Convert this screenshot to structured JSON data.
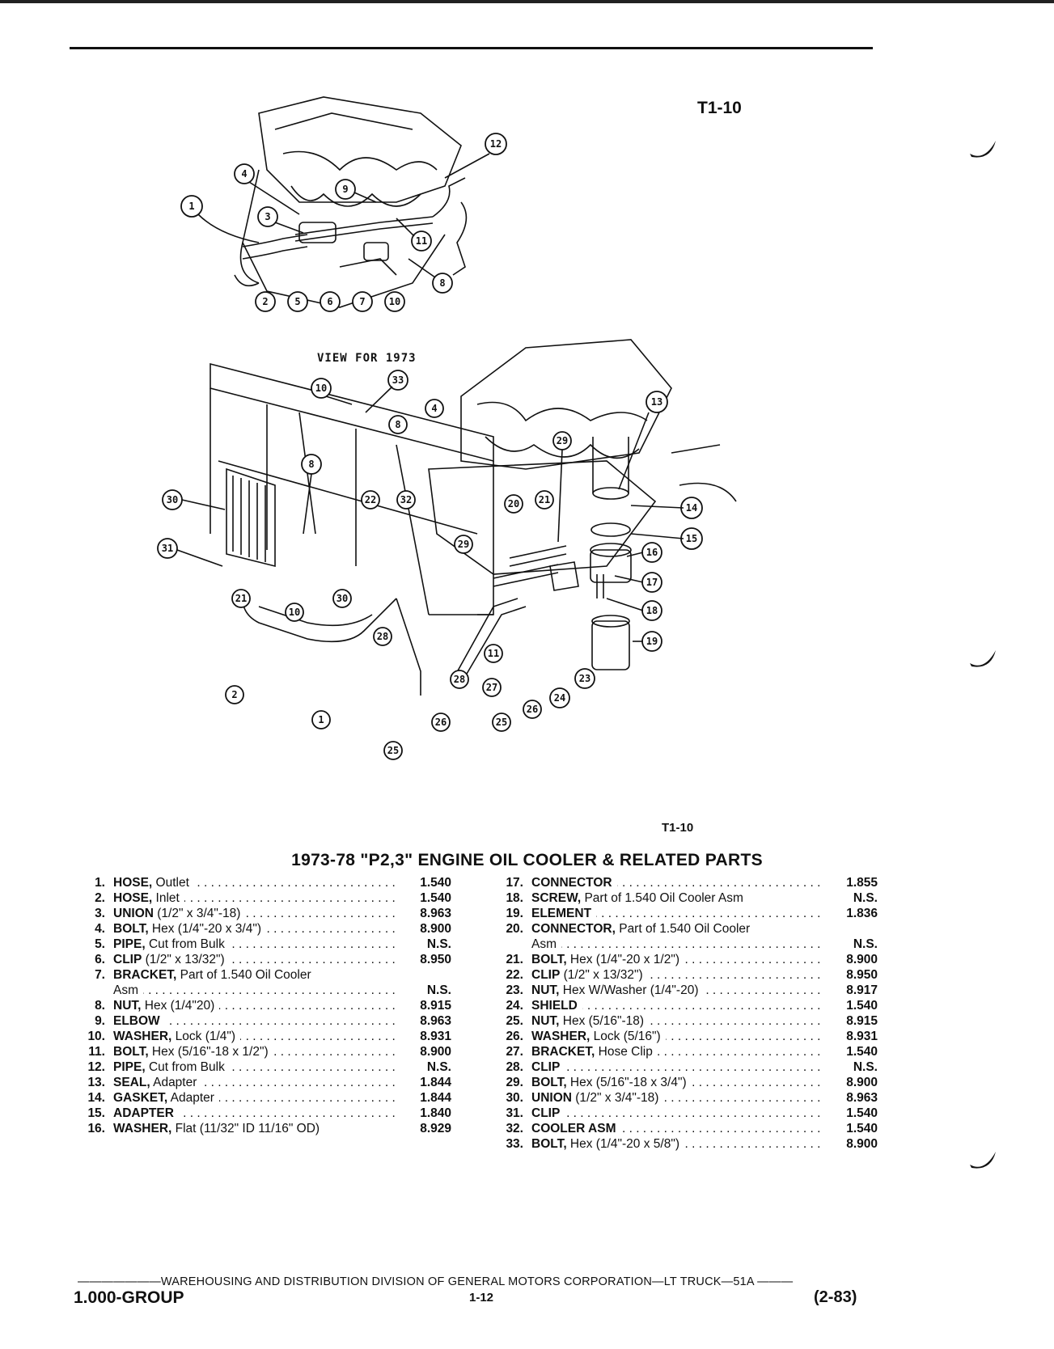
{
  "figure_code_top": "T1-10",
  "figure_code_bottom": "T1-10",
  "view_label": "VIEW FOR 1973",
  "title": "1973-78 \"P2,3\" ENGINE OIL COOLER & RELATED PARTS",
  "callouts_top": [
    "1",
    "2",
    "3",
    "4",
    "5",
    "6",
    "7",
    "8",
    "9",
    "10",
    "11",
    "12"
  ],
  "callouts_bottom": [
    "1",
    "2",
    "4",
    "8",
    "8",
    "10",
    "10",
    "11",
    "13",
    "14",
    "15",
    "16",
    "17",
    "18",
    "19",
    "20",
    "21",
    "21",
    "22",
    "23",
    "24",
    "25",
    "25",
    "26",
    "26",
    "27",
    "28",
    "28",
    "29",
    "29",
    "30",
    "30",
    "31",
    "32",
    "33"
  ],
  "parts_left": [
    {
      "num": "1.",
      "name": "HOSE,",
      "desc": " Outlet",
      "code": "1.540"
    },
    {
      "num": "2.",
      "name": "HOSE,",
      "desc": " Inlet",
      "code": "1.540"
    },
    {
      "num": "3.",
      "name": "UNION",
      "desc": " (1/2\" x 3/4\"-18)",
      "code": "8.963"
    },
    {
      "num": "4.",
      "name": "BOLT,",
      "desc": " Hex (1/4\"-20 x 3/4\")",
      "code": "8.900"
    },
    {
      "num": "5.",
      "name": "PIPE,",
      "desc": " Cut from Bulk",
      "code": "N.S."
    },
    {
      "num": "6.",
      "name": "CLIP",
      "desc": " (1/2\" x 13/32\")",
      "code": "8.950"
    },
    {
      "num": "7.",
      "name": "BRACKET,",
      "desc": " Part of 1.540 Oil Cooler",
      "code": "",
      "nodots": true
    },
    {
      "num": "",
      "name": "",
      "desc": "Asm",
      "code": "N.S."
    },
    {
      "num": "8.",
      "name": "NUT,",
      "desc": " Hex (1/4\"20)",
      "code": "8.915"
    },
    {
      "num": "9.",
      "name": "ELBOW",
      "desc": "",
      "code": "8.963"
    },
    {
      "num": "10.",
      "name": "WASHER,",
      "desc": " Lock (1/4\")",
      "code": "8.931"
    },
    {
      "num": "11.",
      "name": "BOLT,",
      "desc": " Hex (5/16\"-18 x 1/2\")",
      "code": "8.900"
    },
    {
      "num": "12.",
      "name": "PIPE,",
      "desc": " Cut from Bulk",
      "code": "N.S."
    },
    {
      "num": "13.",
      "name": "SEAL,",
      "desc": " Adapter",
      "code": "1.844"
    },
    {
      "num": "14.",
      "name": "GASKET,",
      "desc": " Adapter",
      "code": "1.844"
    },
    {
      "num": "15.",
      "name": "ADAPTER",
      "desc": "",
      "code": "1.840"
    },
    {
      "num": "16.",
      "name": "WASHER,",
      "desc": " Flat (11/32\" ID 11/16\" OD)",
      "code": "8.929",
      "nodots": true
    }
  ],
  "parts_right": [
    {
      "num": "17.",
      "name": "CONNECTOR",
      "desc": "",
      "code": "1.855"
    },
    {
      "num": "18.",
      "name": "SCREW,",
      "desc": " Part of 1.540 Oil Cooler Asm",
      "code": "N.S.",
      "nodots": true
    },
    {
      "num": "19.",
      "name": "ELEMENT",
      "desc": "",
      "code": "1.836"
    },
    {
      "num": "20.",
      "name": "CONNECTOR,",
      "desc": " Part of 1.540 Oil Cooler",
      "code": "",
      "nodots": true
    },
    {
      "num": "",
      "name": "",
      "desc": "Asm",
      "code": "N.S."
    },
    {
      "num": "21.",
      "name": "BOLT,",
      "desc": " Hex (1/4\"-20 x 1/2\")",
      "code": "8.900"
    },
    {
      "num": "22.",
      "name": "CLIP",
      "desc": " (1/2\" x 13/32\")",
      "code": "8.950"
    },
    {
      "num": "23.",
      "name": "NUT,",
      "desc": " Hex W/Washer (1/4\"-20)",
      "code": "8.917"
    },
    {
      "num": "24.",
      "name": "SHIELD",
      "desc": "",
      "code": "1.540"
    },
    {
      "num": "25.",
      "name": "NUT,",
      "desc": " Hex (5/16\"-18)",
      "code": "8.915"
    },
    {
      "num": "26.",
      "name": "WASHER,",
      "desc": " Lock (5/16\")",
      "code": "8.931"
    },
    {
      "num": "27.",
      "name": "BRACKET,",
      "desc": " Hose Clip",
      "code": "1.540"
    },
    {
      "num": "28.",
      "name": "CLIP",
      "desc": "",
      "code": "N.S."
    },
    {
      "num": "29.",
      "name": "BOLT,",
      "desc": " Hex (5/16\"-18 x 3/4\")",
      "code": "8.900"
    },
    {
      "num": "30.",
      "name": "UNION",
      "desc": " (1/2\" x 3/4\"-18)",
      "code": "8.963"
    },
    {
      "num": "31.",
      "name": "CLIP",
      "desc": "",
      "code": "1.540"
    },
    {
      "num": "32.",
      "name": "COOLER ASM",
      "desc": "",
      "code": "1.540"
    },
    {
      "num": "33.",
      "name": "BOLT,",
      "desc": " Hex (1/4\"-20 x 5/8\")",
      "code": "8.900"
    }
  ],
  "footer": {
    "line": "———————WAREHOUSING AND DISTRIBUTION DIVISION OF GENERAL MOTORS CORPORATION—LT TRUCK—51A ———",
    "group": "1.000-GROUP",
    "page": "1-12",
    "date": "(2-83)"
  }
}
